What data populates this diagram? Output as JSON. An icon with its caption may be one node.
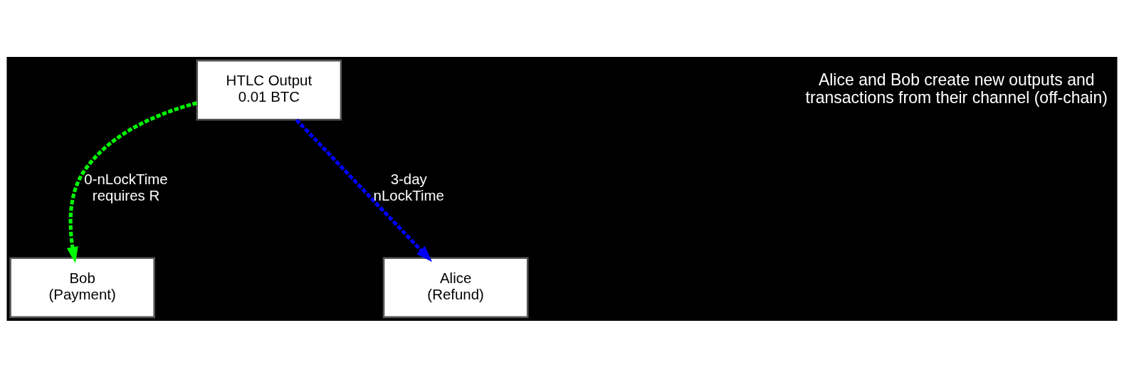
{
  "diagram": {
    "nodes": [
      {
        "text": [
          "HTLC Output 0.01 BTC"
        ]
      },
      {
        "text": [
          "Bob (Payment)"
        ]
      },
      {
        "text": [
          "Alice (Refund)"
        ]
      }
    ],
    "edges": [
      {
        "from": 0,
        "to": 1,
        "arrow": "to",
        "label": "0-nLockTime requires R",
        "style": "dashed",
        "color": "#00ff00"
      },
      {
        "from": 0,
        "to": 2,
        "arrow": "to",
        "label": "3-day nLockTime",
        "style": "dashed",
        "color": "#0000ff"
      }
    ],
    "labels": [
      "Alice and Bob create new outputs and transactions from their channel (off-chain)"
    ]
  }
}
